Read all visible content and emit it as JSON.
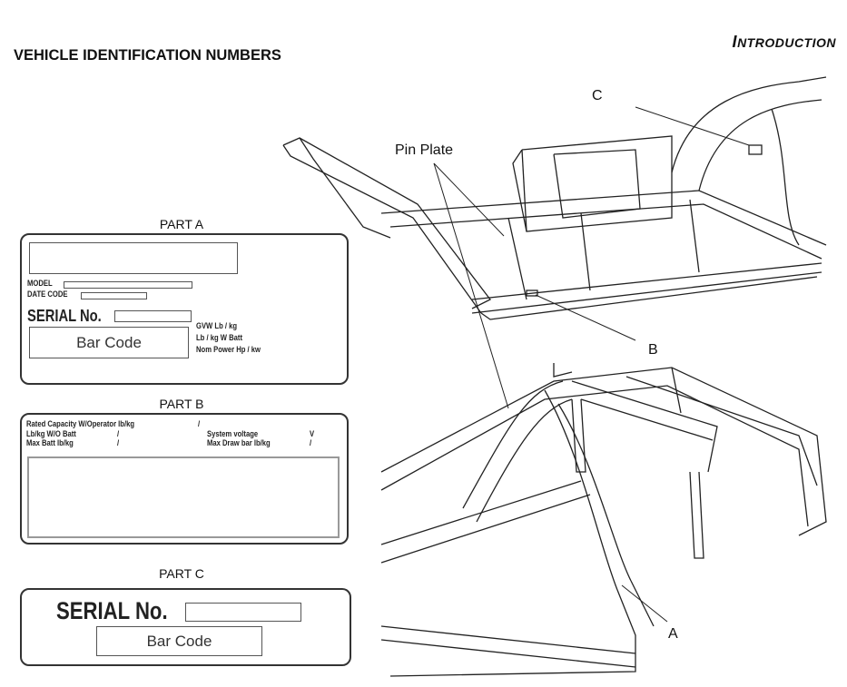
{
  "header": {
    "section": "Introduction",
    "section_first": "I",
    "section_rest": "NTRODUCTION"
  },
  "title": "VEHICLE IDENTIFICATION NUMBERS",
  "part_a": {
    "label": "PART A",
    "model": "MODEL",
    "date_code": "DATE CODE",
    "serial": "SERIAL No.",
    "bar_code": "Bar Code",
    "gvw": "GVW Lb / kg",
    "w_batt": "Lb / kg W Batt",
    "nom_power": "Nom Power Hp / kw"
  },
  "part_b": {
    "label": "PART B",
    "rated_capacity": "Rated Capacity W/Operator lb/kg",
    "wo_batt": "Lb/kg W/O Batt",
    "max_batt": "Max Batt lb/kg",
    "system_voltage": "System voltage",
    "volt_unit": "V",
    "max_draw": "Max Draw bar lb/kg",
    "slash": "/"
  },
  "part_c": {
    "label": "PART C",
    "serial": "SERIAL No.",
    "bar_code": "Bar Code"
  },
  "diagram": {
    "pin_plate": "Pin Plate",
    "callout_a": "A",
    "callout_b": "B",
    "callout_c": "C"
  }
}
